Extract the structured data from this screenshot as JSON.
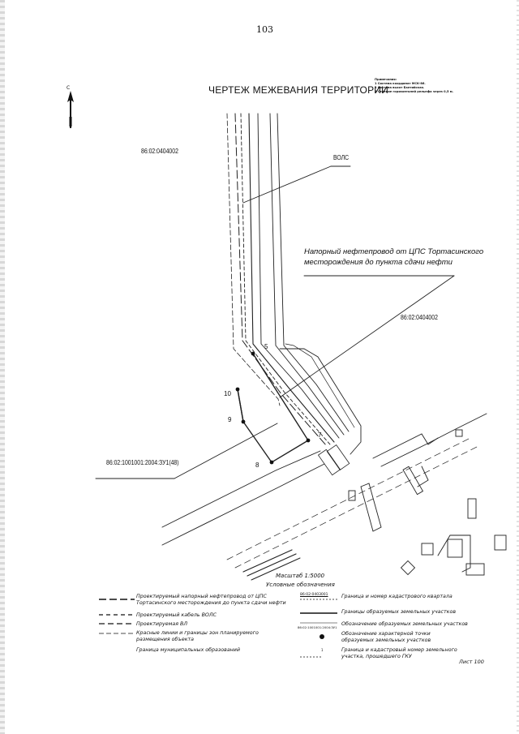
{
  "page_number": "103",
  "title": "ЧЕРТЕЖ МЕЖЕВАНИЯ ТЕРРИТОРИИ",
  "notes": {
    "heading": "Примечания:",
    "items": [
      "1 Система координат МСК-86.",
      "2 Система высот Балтийская.",
      "3 Сечение горизонталей рельефа через 0,5 м."
    ]
  },
  "north_arrow": {
    "label": "С"
  },
  "map": {
    "quarter_label_top": "86:02:0404002",
    "quarter_label_right": "86:02:0404002",
    "parcel_label": "86:02:1001001:2004:ЗУ1(48)",
    "fiber_label": "ВОЛС",
    "pipeline_label_line1": "Напорный нефтепровод от ЦПС Тортасинского",
    "pipeline_label_line2": "месторождения до пункта сдачи нефти",
    "points": [
      "5",
      "7",
      "8",
      "9",
      "10"
    ]
  },
  "scale": "Масштаб 1:5000",
  "legend": {
    "title": "Условные обозначения",
    "left": [
      {
        "text": "Проектируемый напорный нефтепровод от ЦПС Тортасинского месторождения до пункта сдачи нефти",
        "style": "dash-long"
      },
      {
        "text": "Проектируемый кабель ВОЛС",
        "style": "dash-short"
      },
      {
        "text": "Проектируемая ВЛ",
        "style": "dash-mid"
      },
      {
        "text": "Красные линии и границы зон планируемого размещения объекта",
        "style": "dash-thin"
      },
      {
        "text": "Граница муниципальных образований",
        "style": "none"
      }
    ],
    "right": [
      {
        "text": "Граница и номер кадастрового квартала",
        "sample": "86:02:0403001"
      },
      {
        "text": "Границы образуемых земельных участков",
        "sample": ""
      },
      {
        "text": "Обозначение образуемых земельных участков",
        "sample": "86:02:1001001:2004:ЗУ1"
      },
      {
        "text": "Обозначение характерной точки образуемых земельных участков",
        "sample": ""
      },
      {
        "text": "Граница и кадастровый номер земельного участка, прошедшего ГКУ",
        "sample": "1"
      }
    ]
  },
  "sheet": "Лист 100"
}
